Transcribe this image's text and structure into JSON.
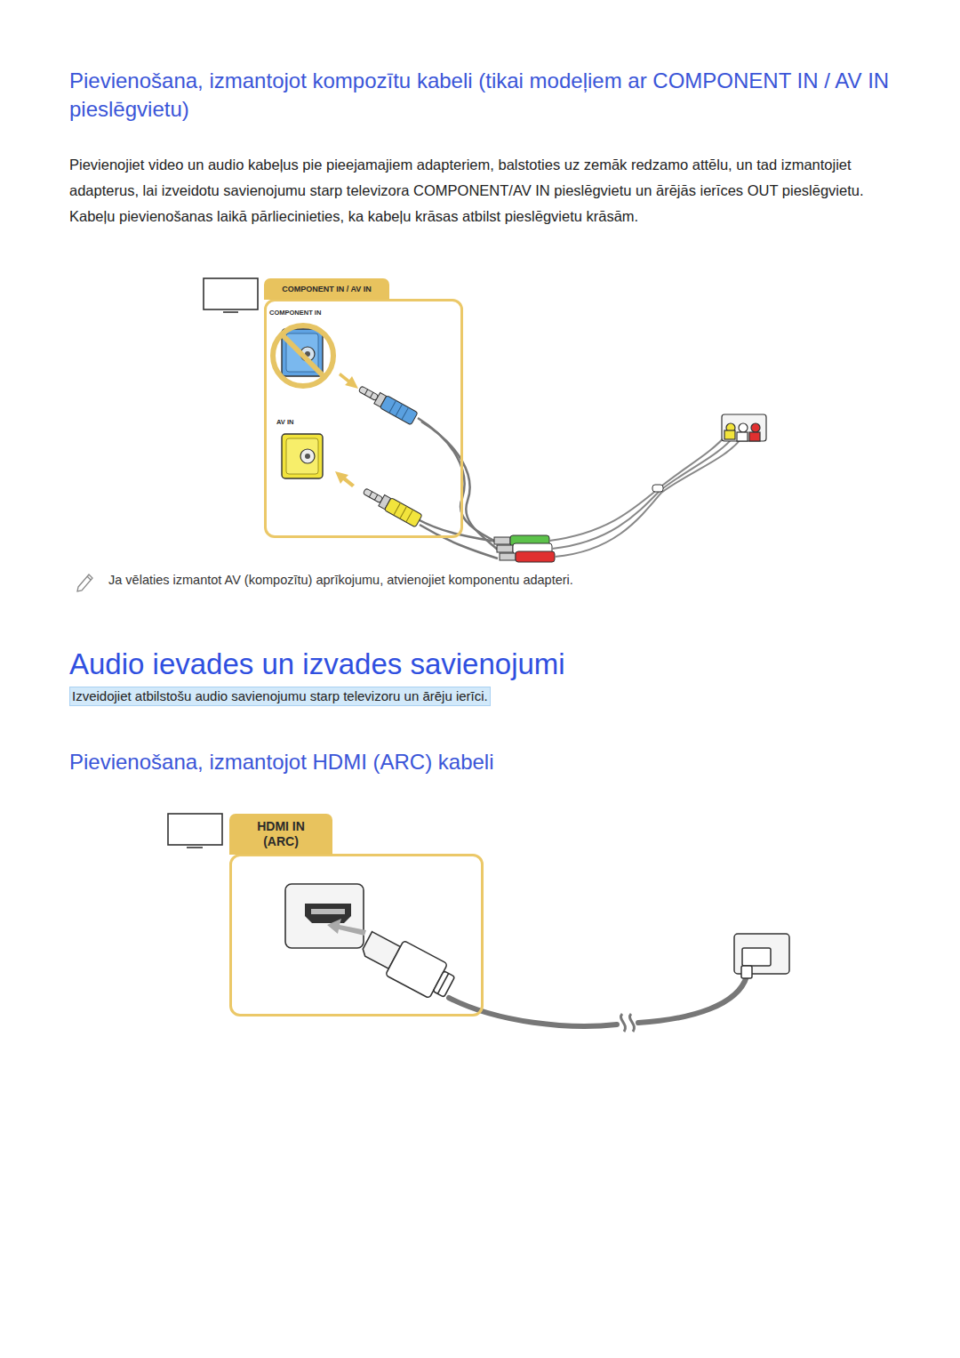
{
  "diagram": {
    "nodes": [
      {
        "text": [
          "COMPONENT IN / AV IN"
        ]
      },
      {
        "text": [
          "COMPONENT IN"
        ],
        "in": 0
      },
      {
        "text": [
          "AV IN"
        ],
        "in": 0
      },
      {
        "text": [
          "HDMI IN (ARC)"
        ]
      }
    ],
    "labels": [
      "Pievienošana, izmantojot kompozītu kabeli (tikai modeļiem ar COMPONENT IN / AV IN pieslēgvietu)",
      "Pievienojiet video un audio kabeļus pie pieejamajiem adapteriem, balstoties uz zemāk redzamo attēlu, un tad izmantojiet adapterus, lai izveidotu savienojumu starp televizora COMPONENT/AV IN pieslēgvietu un ārējās ierīces OUT pieslēgvietu. Kabeļu pievienošanas laikā pārliecinieties, ka kabeļu krāsas atbilst pieslēgvietu krāsām.",
      "Ja vēlaties izmantot AV (kompozītu) aprīkojumu, atvienojiet komponentu adapteri.",
      "Audio ievades un izvades savienojumi",
      "Izveidojiet atbilstošu audio savienojumu starp televizoru un ārēju ierīci.",
      "Pievienošana, izmantojot HDMI (ARC) kabeli"
    ]
  }
}
